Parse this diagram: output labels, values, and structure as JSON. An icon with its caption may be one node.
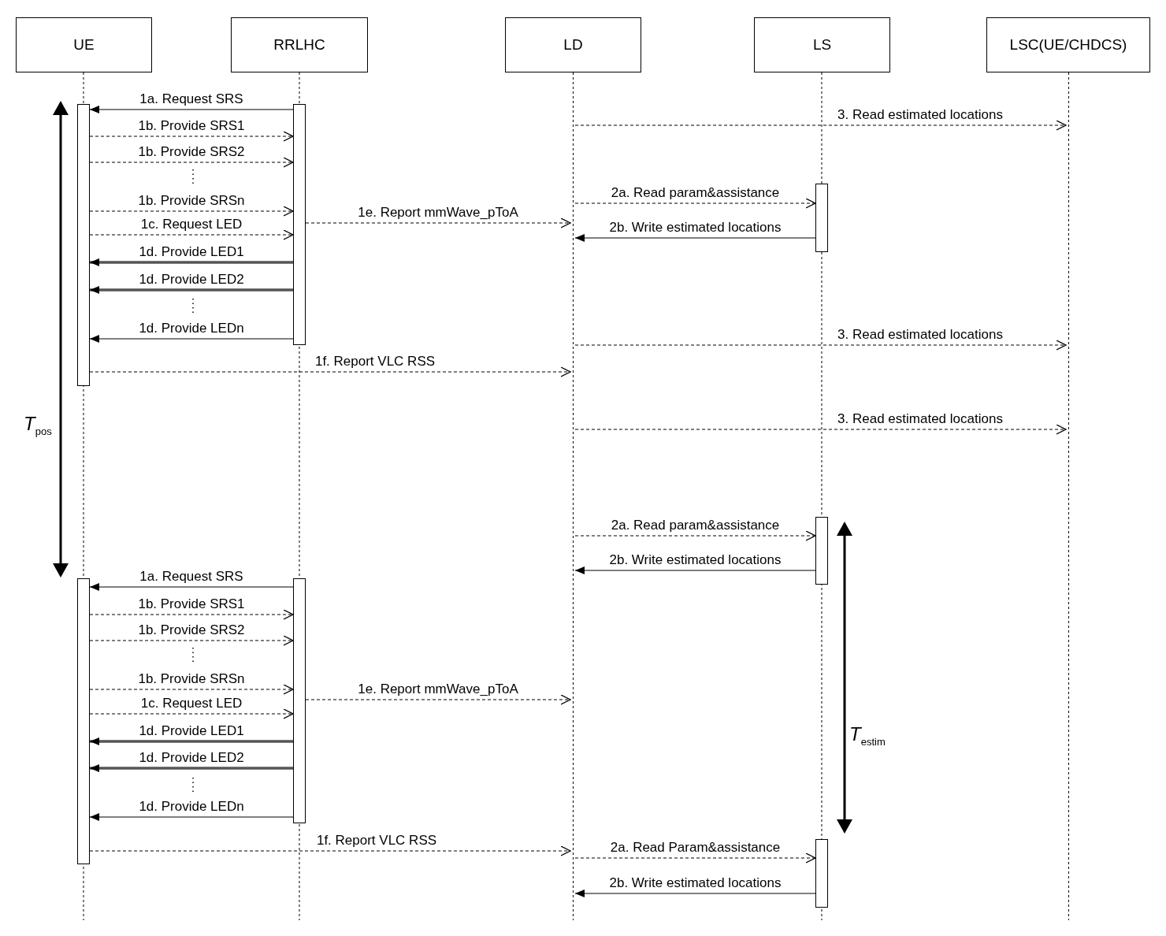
{
  "diagram": {
    "nodes": [
      {
        "text": [
          "UE"
        ]
      },
      {
        "text": [
          "RRLHC"
        ]
      },
      {
        "text": [
          "LD"
        ]
      },
      {
        "text": [
          "LS"
        ]
      },
      {
        "text": [
          "LSC(UE/CHDCS)"
        ]
      },
      {
        "text": [],
        "shape": "bar"
      },
      {
        "text": [],
        "shape": "bar"
      },
      {
        "text": [],
        "shape": "bar"
      },
      {
        "text": [],
        "shape": "bar"
      },
      {
        "text": [],
        "shape": "bar"
      },
      {
        "text": [],
        "shape": "bar"
      },
      {
        "text": [],
        "shape": "bar"
      }
    ],
    "edges": [
      {
        "from": 6,
        "to": 5,
        "arrow": "to",
        "label": "1a. Request SRS"
      },
      {
        "from": 2,
        "to": 4,
        "arrow": "to",
        "label": "3. Read estimated locations",
        "style": "dashed"
      },
      {
        "from": 5,
        "to": 6,
        "arrow": "to",
        "label": "1b. Provide SRS1",
        "style": "dashed"
      },
      {
        "from": 5,
        "to": 6,
        "arrow": "to",
        "label": "1b. Provide SRS2",
        "style": "dashed"
      },
      {
        "from": 2,
        "to": 7,
        "arrow": "to",
        "label": "2a. Read param&assistance",
        "style": "dashed"
      },
      {
        "from": 5,
        "to": 6,
        "arrow": "to",
        "label": "1b. Provide SRSn",
        "style": "dashed"
      },
      {
        "from": 6,
        "to": 2,
        "arrow": "to",
        "label": "1e. Report mmWave_pToA",
        "style": "dashed"
      },
      {
        "from": 5,
        "to": 6,
        "arrow": "to",
        "label": "1c. Request LED",
        "style": "dashed"
      },
      {
        "from": 7,
        "to": 2,
        "arrow": "to",
        "label": "2b. Write estimated locations"
      },
      {
        "from": 6,
        "to": 5,
        "arrow": "to",
        "label": "1d. Provide LED1",
        "style": "thick"
      },
      {
        "from": 6,
        "to": 5,
        "arrow": "to",
        "label": "1d. Provide LED2",
        "style": "thick"
      },
      {
        "from": 6,
        "to": 5,
        "arrow": "to",
        "label": "1d. Provide LEDn"
      },
      {
        "from": 2,
        "to": 4,
        "arrow": "to",
        "label": "3. Read estimated locations",
        "style": "dashed"
      },
      {
        "from": 5,
        "to": 2,
        "arrow": "to",
        "label": "1f. Report VLC RSS",
        "style": "dashed"
      },
      {
        "from": 2,
        "to": 4,
        "arrow": "to",
        "label": "3. Read estimated locations",
        "style": "dashed"
      },
      {
        "from": 2,
        "to": 8,
        "arrow": "to",
        "label": "2a. Read param&assistance",
        "style": "dashed"
      },
      {
        "from": 8,
        "to": 2,
        "arrow": "to",
        "label": "2b. Write estimated locations"
      },
      {
        "from": 10,
        "to": 9,
        "arrow": "to",
        "label": "1a. Request SRS"
      },
      {
        "from": 9,
        "to": 10,
        "arrow": "to",
        "label": "1b. Provide SRS1",
        "style": "dashed"
      },
      {
        "from": 9,
        "to": 10,
        "arrow": "to",
        "label": "1b. Provide SRS2",
        "style": "dashed"
      },
      {
        "from": 9,
        "to": 10,
        "arrow": "to",
        "label": "1b. Provide SRSn",
        "style": "dashed"
      },
      {
        "from": 10,
        "to": 2,
        "arrow": "to",
        "label": "1e. Report mmWave_pToA",
        "style": "dashed"
      },
      {
        "from": 9,
        "to": 10,
        "arrow": "to",
        "label": "1c. Request LED",
        "style": "dashed"
      },
      {
        "from": 10,
        "to": 9,
        "arrow": "to",
        "label": "1d. Provide LED1",
        "style": "thick"
      },
      {
        "from": 10,
        "to": 9,
        "arrow": "to",
        "label": "1d. Provide LED2",
        "style": "thick"
      },
      {
        "from": 10,
        "to": 9,
        "arrow": "to",
        "label": "1d. Provide LEDn"
      },
      {
        "from": 9,
        "to": 2,
        "arrow": "to",
        "label": "1f. Report VLC RSS",
        "style": "dashed"
      },
      {
        "from": 2,
        "to": 11,
        "arrow": "to",
        "label": "2a. Read Param&assistance",
        "style": "dashed"
      },
      {
        "from": 11,
        "to": 2,
        "arrow": "to",
        "label": "2b. Write estimated locations"
      }
    ],
    "labels": [
      "*T*$_{pos}$",
      "*T*$_{estim}$"
    ]
  }
}
